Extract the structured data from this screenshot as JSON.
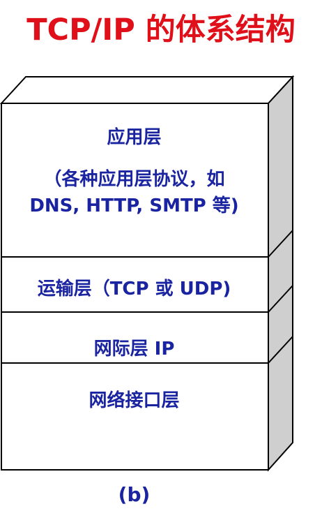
{
  "title": "TCP/IP 的体系结构",
  "layers": {
    "application": {
      "name": "应用层",
      "desc_line1": "（各种应用层协议，如",
      "desc_line2": "DNS, HTTP, SMTP 等)"
    },
    "transport": {
      "label": "运输层（TCP 或 UDP)"
    },
    "internet": {
      "label": "网际层 IP"
    },
    "link": {
      "label": "网络接口层"
    }
  },
  "caption": "(b)",
  "colors": {
    "title": "#e0101a",
    "text": "#1a23a0",
    "front_face": "#ffffff",
    "side_face": "#cfcfcf",
    "outline": "#000000"
  }
}
